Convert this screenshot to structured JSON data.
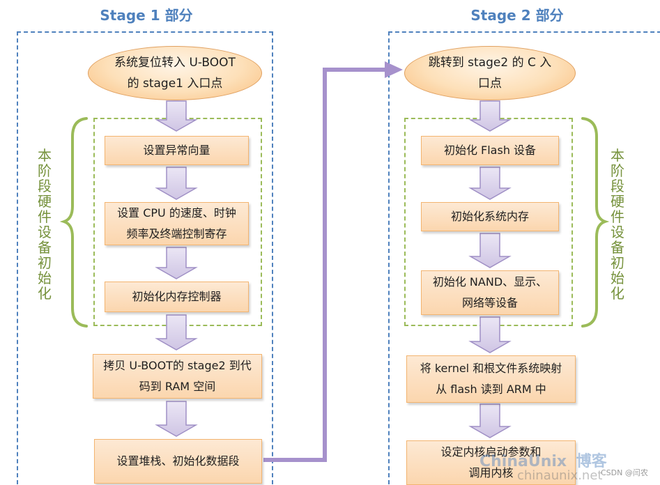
{
  "stage1": {
    "title": "Stage 1 部分",
    "side_label": "本阶段硬件设备初始化",
    "start": "系统复位转入 U-BOOT\n的 stage1 入口点",
    "init_steps": [
      "设置异常向量",
      "设置 CPU 的速度、时钟\n频率及终端控制寄存",
      "初始化内存控制器"
    ],
    "after_steps": [
      "拷贝 U-BOOT的 stage2 到代\n码到 RAM 空间",
      "设置堆栈、初始化数据段"
    ]
  },
  "stage2": {
    "title": "Stage 2 部分",
    "side_label": "本阶段硬件设备初始化",
    "start": "跳转到 stage2 的 C 入\n口点",
    "init_steps": [
      "初始化 Flash 设备",
      "初始化系统内存",
      "初始化 NAND、显示、\n网络等设备"
    ],
    "after_steps": [
      "将 kernel 和根文件系统映射\n从 flash 读到 ARM 中",
      "设定内核启动参数和\n调用内核"
    ]
  },
  "watermark": {
    "logo": "ChinaUnix",
    "blog": "博客",
    "url": "chinaunix.net",
    "csdn": "CSDN @闫农"
  },
  "colors": {
    "stage_title": "#4f81bd",
    "outer_dash": "#4f81bd",
    "inner_dash": "#9bbb59",
    "brace": "#9bbb59",
    "side_label": "#76923c",
    "arrow_fill": "#ddd6ec",
    "arrow_stroke": "#9f8fc5",
    "connector": "#a691cc"
  }
}
